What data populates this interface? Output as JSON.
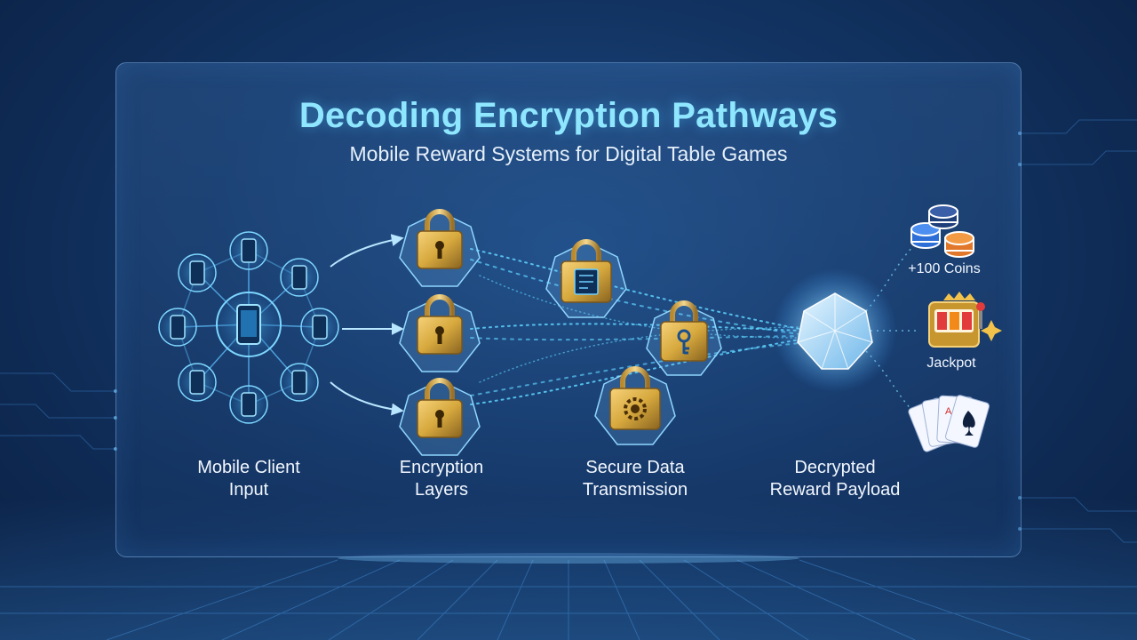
{
  "header": {
    "title": "Decoding Encryption Pathways",
    "subtitle": "Mobile Reward Systems for Digital Table Games"
  },
  "stages": [
    {
      "line1": "Mobile Client",
      "line2": "Input"
    },
    {
      "line1": "Encryption",
      "line2": "Layers"
    },
    {
      "line1": "Secure Data",
      "line2": "Transmission"
    },
    {
      "line1": "Decrypted",
      "line2": "Reward Payload"
    }
  ],
  "rewards": {
    "coins": "+100 Coins",
    "jackpot": "Jackpot",
    "cards_icon": "playing-cards-icon"
  },
  "colors": {
    "title": "#8fe6ff",
    "gold": "#d7a93e",
    "cyan": "#5fd3ff",
    "background": "#123463"
  }
}
